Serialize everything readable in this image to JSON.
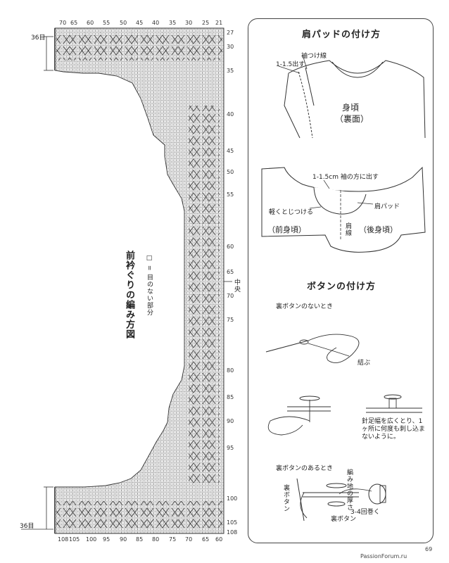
{
  "chart": {
    "title": "前衿ぐりの編み方図",
    "legend": "□ = 目のない部分",
    "top_ticks": [
      "70",
      "65",
      "60",
      "55",
      "50",
      "45",
      "40",
      "35",
      "30",
      "25",
      "21"
    ],
    "right_ticks": [
      "27",
      "30",
      "35",
      "40",
      "45",
      "50",
      "55",
      "60",
      "65",
      "70",
      "75",
      "80",
      "85",
      "90",
      "95",
      "100",
      "105",
      "108"
    ],
    "bottom_ticks": [
      "108",
      "105",
      "100",
      "95",
      "90",
      "85",
      "80",
      "75",
      "70",
      "65",
      "60"
    ],
    "top_left_label": "36目",
    "bottom_left_label": "36目",
    "center_label": "中央"
  },
  "shoulder_pad": {
    "heading": "肩パッドの付け方",
    "sleeve_line": "袖つけ線",
    "offset_1": "1-1.5出す",
    "body_label": "身頃",
    "body_sub": "（裏面）",
    "offset_2": "1-1.5cm 袖の方に出す",
    "lightly_sew": "軽くとじつける",
    "pad": "肩パッド",
    "front": "（前身頃）",
    "back": "（後身頃）",
    "shoulder_line": "肩線"
  },
  "button": {
    "heading": "ボタンの付け方",
    "without_back": "裏ボタンのないとき",
    "tie": "結ぶ",
    "note": "針足幅を広くとり、1ヶ所に何度も刺し込まないように。",
    "with_back": "裏ボタンのあるとき",
    "back_button_left": "裏ボタン",
    "shank": "編み地の厚さ",
    "wrap": "3-4回巻く",
    "back_button_bottom": "裏ボタン"
  },
  "page_number": "69",
  "watermark": "PassionForum.ru"
}
